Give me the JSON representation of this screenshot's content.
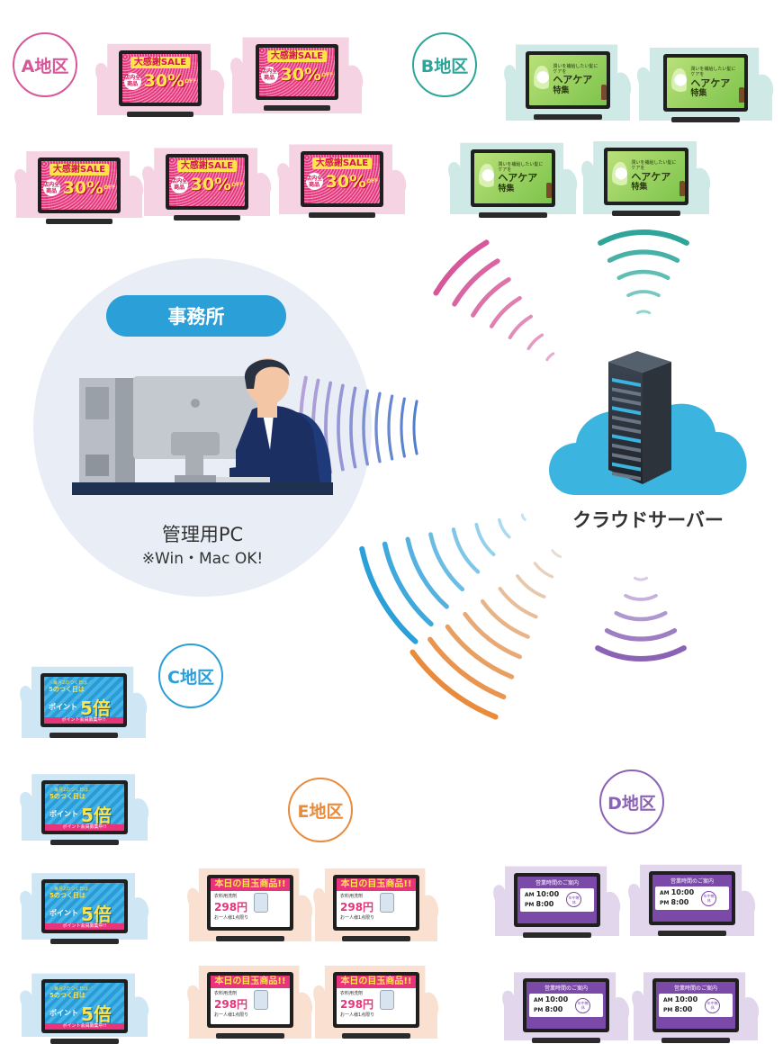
{
  "regions": {
    "a": {
      "label": "A地区",
      "color": "#d6589a"
    },
    "b": {
      "label": "B地区",
      "color": "#2fa59a"
    },
    "c": {
      "label": "C地区",
      "color": "#2a9fd8"
    },
    "d": {
      "label": "D地区",
      "color": "#8a63b5"
    },
    "e": {
      "label": "E地区",
      "color": "#e98b3c"
    }
  },
  "office": {
    "title": "事務所",
    "pc_label": "管理用PC",
    "pc_note": "※Win・Mac OK!"
  },
  "server": {
    "label": "クラウドサーバー"
  },
  "signage": {
    "a": {
      "title": "大感謝SALE",
      "sub": "店内全商品",
      "discount": "30%",
      "off": "OFF"
    },
    "b": {
      "tagline": "潤いを補給したい髪にケアを",
      "title": "ヘアケア",
      "sub": "特集"
    },
    "c": {
      "line1": "＼毎月2のつく日は／",
      "line2": "5のつく日は",
      "line3": "ポイント",
      "big": "5倍",
      "bar": "ポイント会員募集中!!"
    },
    "e": {
      "title": "本日の目玉商品!!",
      "label": "衣料用洗剤",
      "price": "298円",
      "note": "お一人様1点限り"
    },
    "d": {
      "title": "営業時間のご案内",
      "am": "AM",
      "am_time": "10:00",
      "pm": "PM",
      "pm_time": "8:00",
      "badge": "年中無休"
    }
  },
  "colors": {
    "store_a": "#f6d3e3",
    "store_b": "#cfeae6",
    "store_c": "#cfe6f5",
    "store_d": "#e1d6ec",
    "store_e": "#f9e0d0",
    "office_bg": "#e8edf6",
    "office_pill": "#2a9fd8",
    "cloud": "#3cb4e0"
  }
}
